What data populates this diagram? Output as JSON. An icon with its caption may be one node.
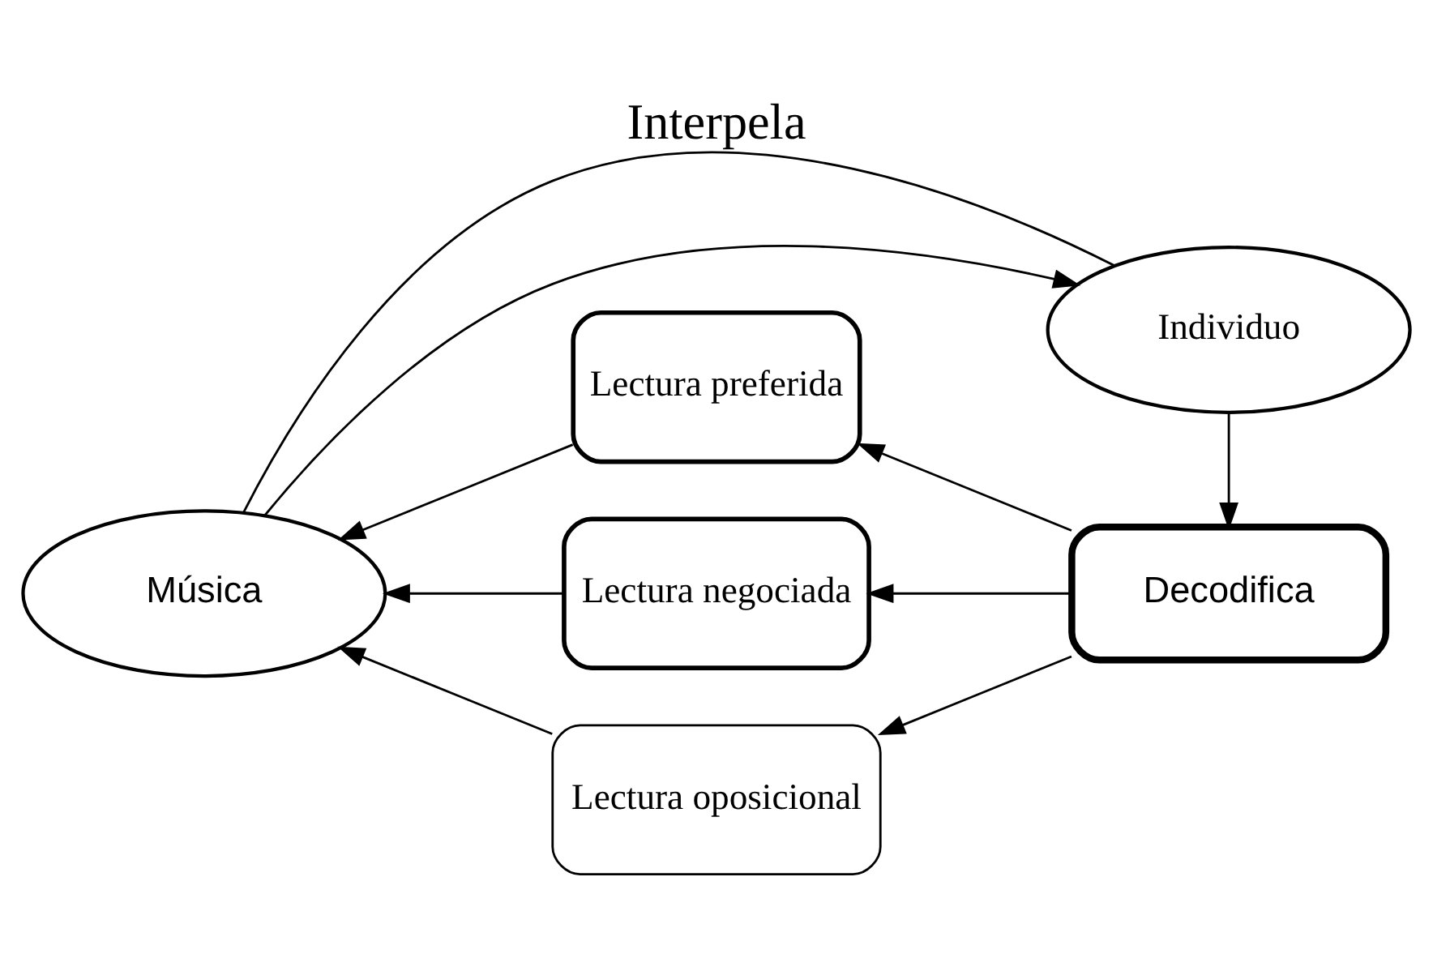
{
  "diagram": {
    "nodes": [
      {
        "text": [
          "Música"
        ]
      },
      {
        "text": [
          "Individuo"
        ]
      },
      {
        "text": [
          "Lectura preferida"
        ]
      },
      {
        "text": [
          "Lectura negociada"
        ]
      },
      {
        "text": [
          "Lectura oposicional"
        ]
      },
      {
        "text": [
          "Decodifica"
        ]
      }
    ],
    "edges": [
      {
        "from": 0,
        "to": 1,
        "arrow": "none",
        "label": "Interpela"
      },
      {
        "from": 0,
        "to": 1,
        "arrow": "to"
      },
      {
        "from": 1,
        "to": 5,
        "arrow": "to"
      },
      {
        "from": 5,
        "to": 2,
        "arrow": "to"
      },
      {
        "from": 5,
        "to": 3,
        "arrow": "to"
      },
      {
        "from": 5,
        "to": 4,
        "arrow": "to"
      },
      {
        "from": 2,
        "to": 0,
        "arrow": "to"
      },
      {
        "from": 3,
        "to": 0,
        "arrow": "to"
      },
      {
        "from": 4,
        "to": 0,
        "arrow": "to"
      }
    ]
  }
}
